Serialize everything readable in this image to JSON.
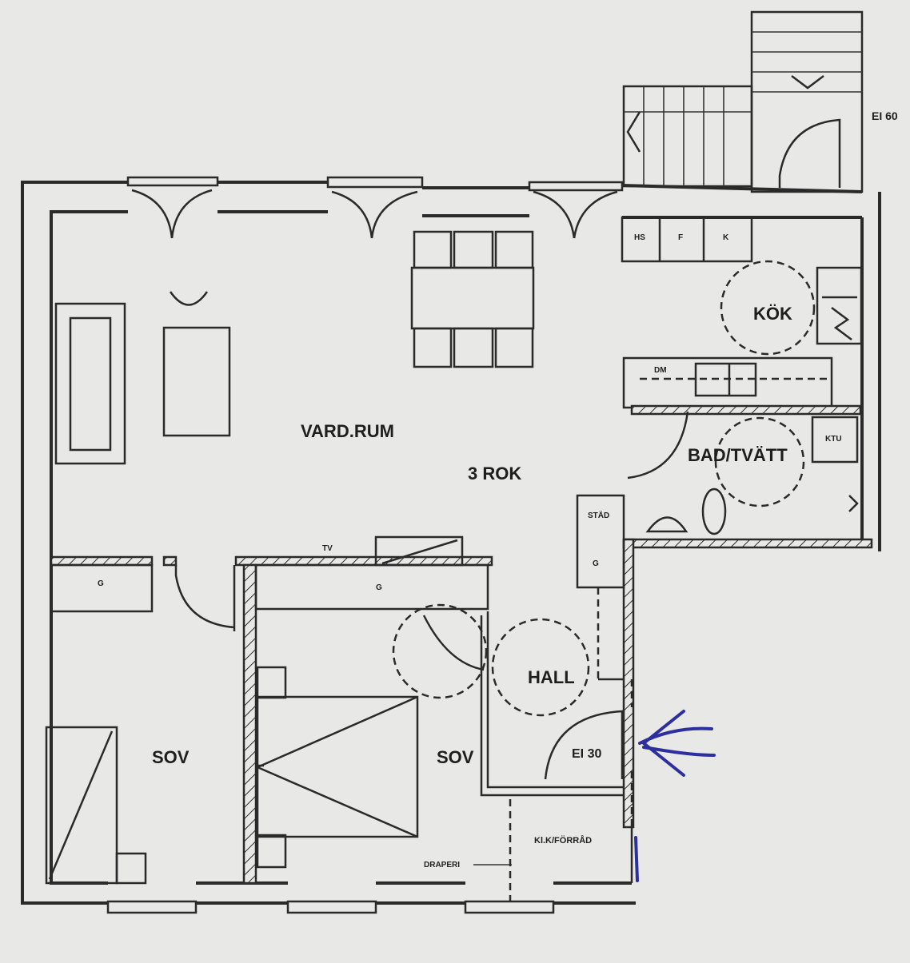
{
  "rooms": {
    "living": "VARD.RUM",
    "kitchen": "KÖK",
    "bath": "BAD/TVÄTT",
    "hall": "HALL",
    "bedroom_left": "SOV",
    "bedroom_right": "SOV",
    "storage": "Kl.K/FÖRRÅD"
  },
  "apartment_type": "3 ROK",
  "fixtures": {
    "hs": "HS",
    "f": "F",
    "k": "K",
    "dm": "DM",
    "ktu": "KTU",
    "stad": "STÄD",
    "g_closet": "G",
    "g_left": "G",
    "g_center": "G",
    "tv": "TV",
    "draperi": "DRAPERI"
  },
  "fire_ratings": {
    "entrance_door": "EI 30",
    "stair_door": "EI 60"
  },
  "colors": {
    "paper": "#e8e8e6",
    "ink": "#2a2a2a",
    "marker": "#2c2f9e"
  }
}
